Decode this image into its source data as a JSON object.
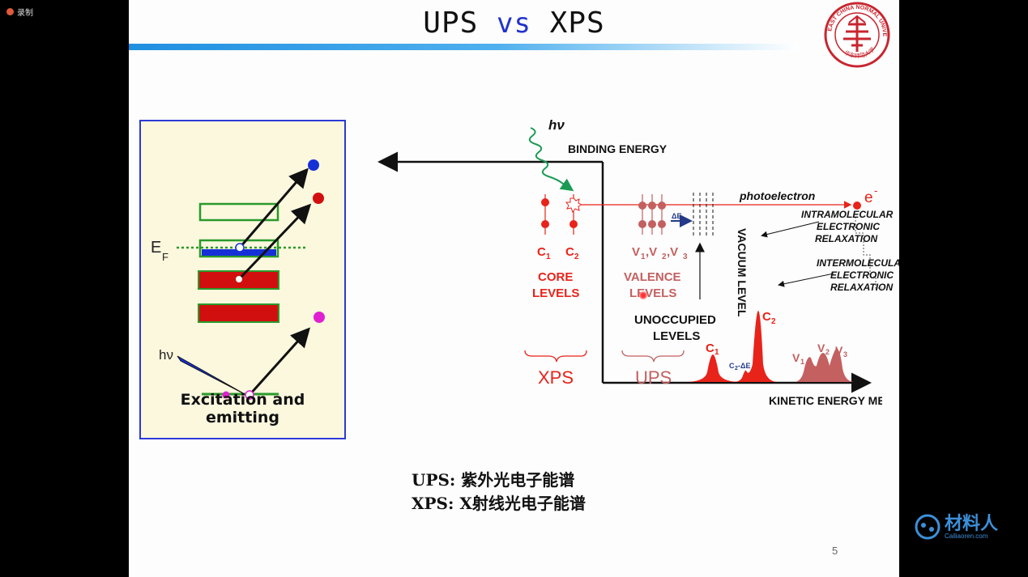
{
  "recorder": {
    "label": "录制"
  },
  "slide": {
    "title_left": "UPS",
    "title_mid": "vs",
    "title_right": "XPS",
    "logo_text": "EAST CHINA NORMAL UNIVERSITY",
    "logo_cn": "华东师范大学",
    "page_number": "5",
    "colors": {
      "title_bar": "#1f8fe0",
      "accent_red": "#e8231a",
      "panel_border": "#2b3bd6"
    }
  },
  "panel": {
    "caption": "Excitation and emitting",
    "ef_label": "E",
    "ef_sub": "F",
    "hv_label": "hν"
  },
  "diagram": {
    "hv_label": "hν",
    "binding_energy": "BINDING ENERGY",
    "photoelectron": "photoelectron",
    "electron_label": "e",
    "electron_sup": "-",
    "delta_e": "ΔE",
    "c1": "C",
    "c2": "C",
    "v_levels": "V",
    "core_levels_1": "CORE",
    "core_levels_2": "LEVELS",
    "valence_levels_1": "VALENCE",
    "valence_levels_2": "LEVELS",
    "unoccupied_1": "UNOCCUPIED",
    "unoccupied_2": "LEVELS",
    "xps_label": "XPS",
    "ups_label": "UPS",
    "vacuum_level": "VACUUM LEVEL",
    "intra_1": "INTRAMOLECULAR",
    "intra_2": "ELECTRONIC",
    "intra_3": "RELAXATION",
    "inter_1": "INTERMOLECULAR",
    "inter_2": "ELECTRONIC",
    "inter_3": "RELAXATION",
    "kinetic_energy": "KINETIC ENERGY MEASURED",
    "peak_c1": "C",
    "peak_c2": "C",
    "peak_c2de": "C",
    "peak_v1": "V",
    "peak_v2": "V",
    "peak_v3": "V"
  },
  "notes": {
    "ups_line": "UPS: 紫外光电子能谱",
    "xps_line": "XPS:  X射线光电子能谱"
  },
  "watermark": {
    "text": "材料人",
    "sub": "Cailiaoren.com"
  }
}
